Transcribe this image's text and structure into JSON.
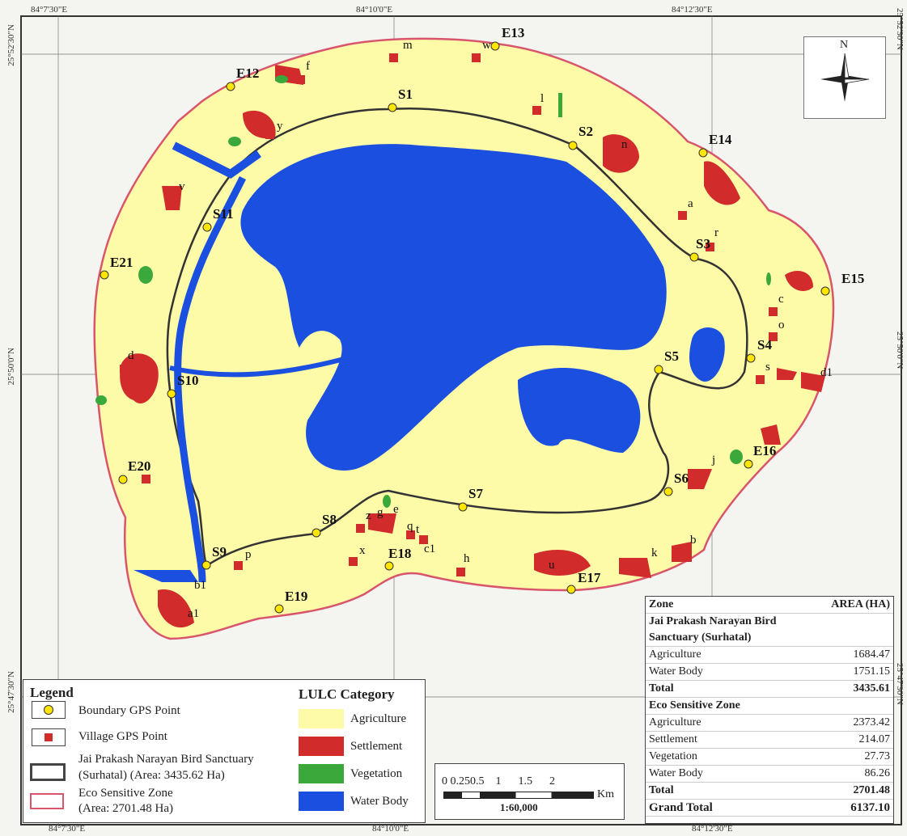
{
  "map": {
    "coord_labels": {
      "top": [
        "84°7'30\"E",
        "84°10'0\"E",
        "84°12'30\"E"
      ],
      "bottom": [
        "84°7'30\"E",
        "84°10'0\"E",
        "84°12'30\"E"
      ],
      "left": [
        "25°52'30\"N",
        "25°50'0\"N",
        "25°47'30\"N"
      ],
      "right": [
        "25°52'30\"N",
        "25°50'0\"N",
        "25°47'30\"N"
      ]
    },
    "north_label": "N",
    "boundary_points": [
      "E12",
      "E13",
      "E14",
      "E15",
      "E16",
      "E17",
      "E18",
      "E19",
      "E20",
      "E21"
    ],
    "sanctuary_points": [
      "S1",
      "S2",
      "S3",
      "S4",
      "S5",
      "S6",
      "S7",
      "S8",
      "S9",
      "S10",
      "S11"
    ],
    "villages": [
      "a",
      "b",
      "c",
      "d",
      "e",
      "f",
      "g",
      "h",
      "j",
      "k",
      "l",
      "m",
      "n",
      "o",
      "p",
      "q",
      "r",
      "s",
      "t",
      "u",
      "v",
      "w",
      "x",
      "y",
      "z",
      "a1",
      "b1",
      "c1",
      "d1"
    ]
  },
  "legend": {
    "title": "Legend",
    "boundary_gps": "Boundary GPS Point",
    "village_gps": "Village GPS Point",
    "sanctuary_line1": "Jai Prakash Narayan Bird Sanctuary",
    "sanctuary_line2": "(Surhatal) (Area: 3435.62 Ha)",
    "eco_line1": "Eco Sensitive Zone",
    "eco_line2": "(Area: 2701.48 Ha)",
    "lulc_title": "LULC Category",
    "categories": [
      {
        "name": "Agriculture",
        "color": "#fdfaa8"
      },
      {
        "name": "Settlement",
        "color": "#d12b2b"
      },
      {
        "name": "Vegetation",
        "color": "#3aa83a"
      },
      {
        "name": "Water Body",
        "color": "#1a4fe0"
      }
    ]
  },
  "scale": {
    "ticks": "0 0.250.5    1      1.5      2",
    "unit": "Km",
    "ratio": "1:60,000"
  },
  "area_table": {
    "header_zone": "Zone",
    "header_area": "AREA (HA)",
    "section1_line1": "Jai Prakash Narayan Bird",
    "section1_line2": "Sanctuary (Surhatal)",
    "rows1": [
      {
        "label": "Agriculture",
        "value": "1684.47"
      },
      {
        "label": "Water Body",
        "value": "1751.15"
      }
    ],
    "total1": {
      "label": "Total",
      "value": "3435.61"
    },
    "section2": "Eco Sensitive Zone",
    "rows2": [
      {
        "label": "Agriculture",
        "value": "2373.42"
      },
      {
        "label": "Settlement",
        "value": "214.07"
      },
      {
        "label": "Vegetation",
        "value": "27.73"
      },
      {
        "label": "Water Body",
        "value": "86.26"
      }
    ],
    "total2": {
      "label": "Total",
      "value": "2701.48"
    },
    "grand": {
      "label": "Grand Total",
      "value": "6137.10"
    }
  }
}
